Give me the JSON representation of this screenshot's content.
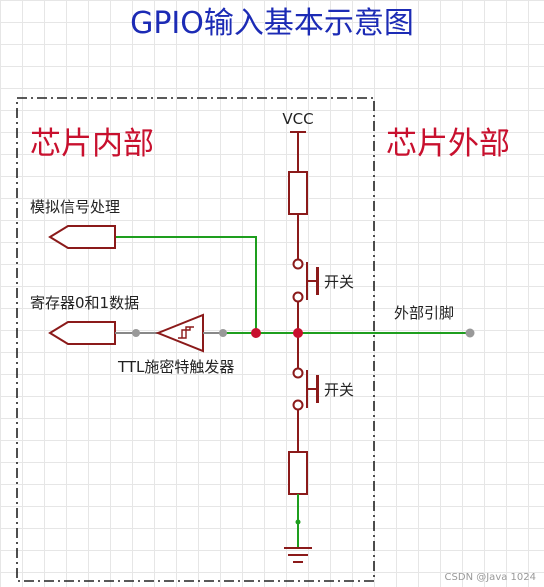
{
  "title": "GPIO输入基本示意图",
  "regions": {
    "inside": "芯片内部",
    "outside": "芯片外部"
  },
  "labels": {
    "vcc": "VCC",
    "analog": "模拟信号处理",
    "register": "寄存器0和1数据",
    "schmitt": "TTL施密特触发器",
    "switch_top": "开关",
    "switch_bottom": "开关",
    "pin": "外部引脚"
  },
  "watermark": "CSDN @Java 1024",
  "colors": {
    "title": "#1c2bb5",
    "region_text": "#c8102e",
    "component": "#8b1a1a",
    "wire_green": "#1e9e1e",
    "node_red": "#c8102e",
    "node_gray": "#999999"
  }
}
